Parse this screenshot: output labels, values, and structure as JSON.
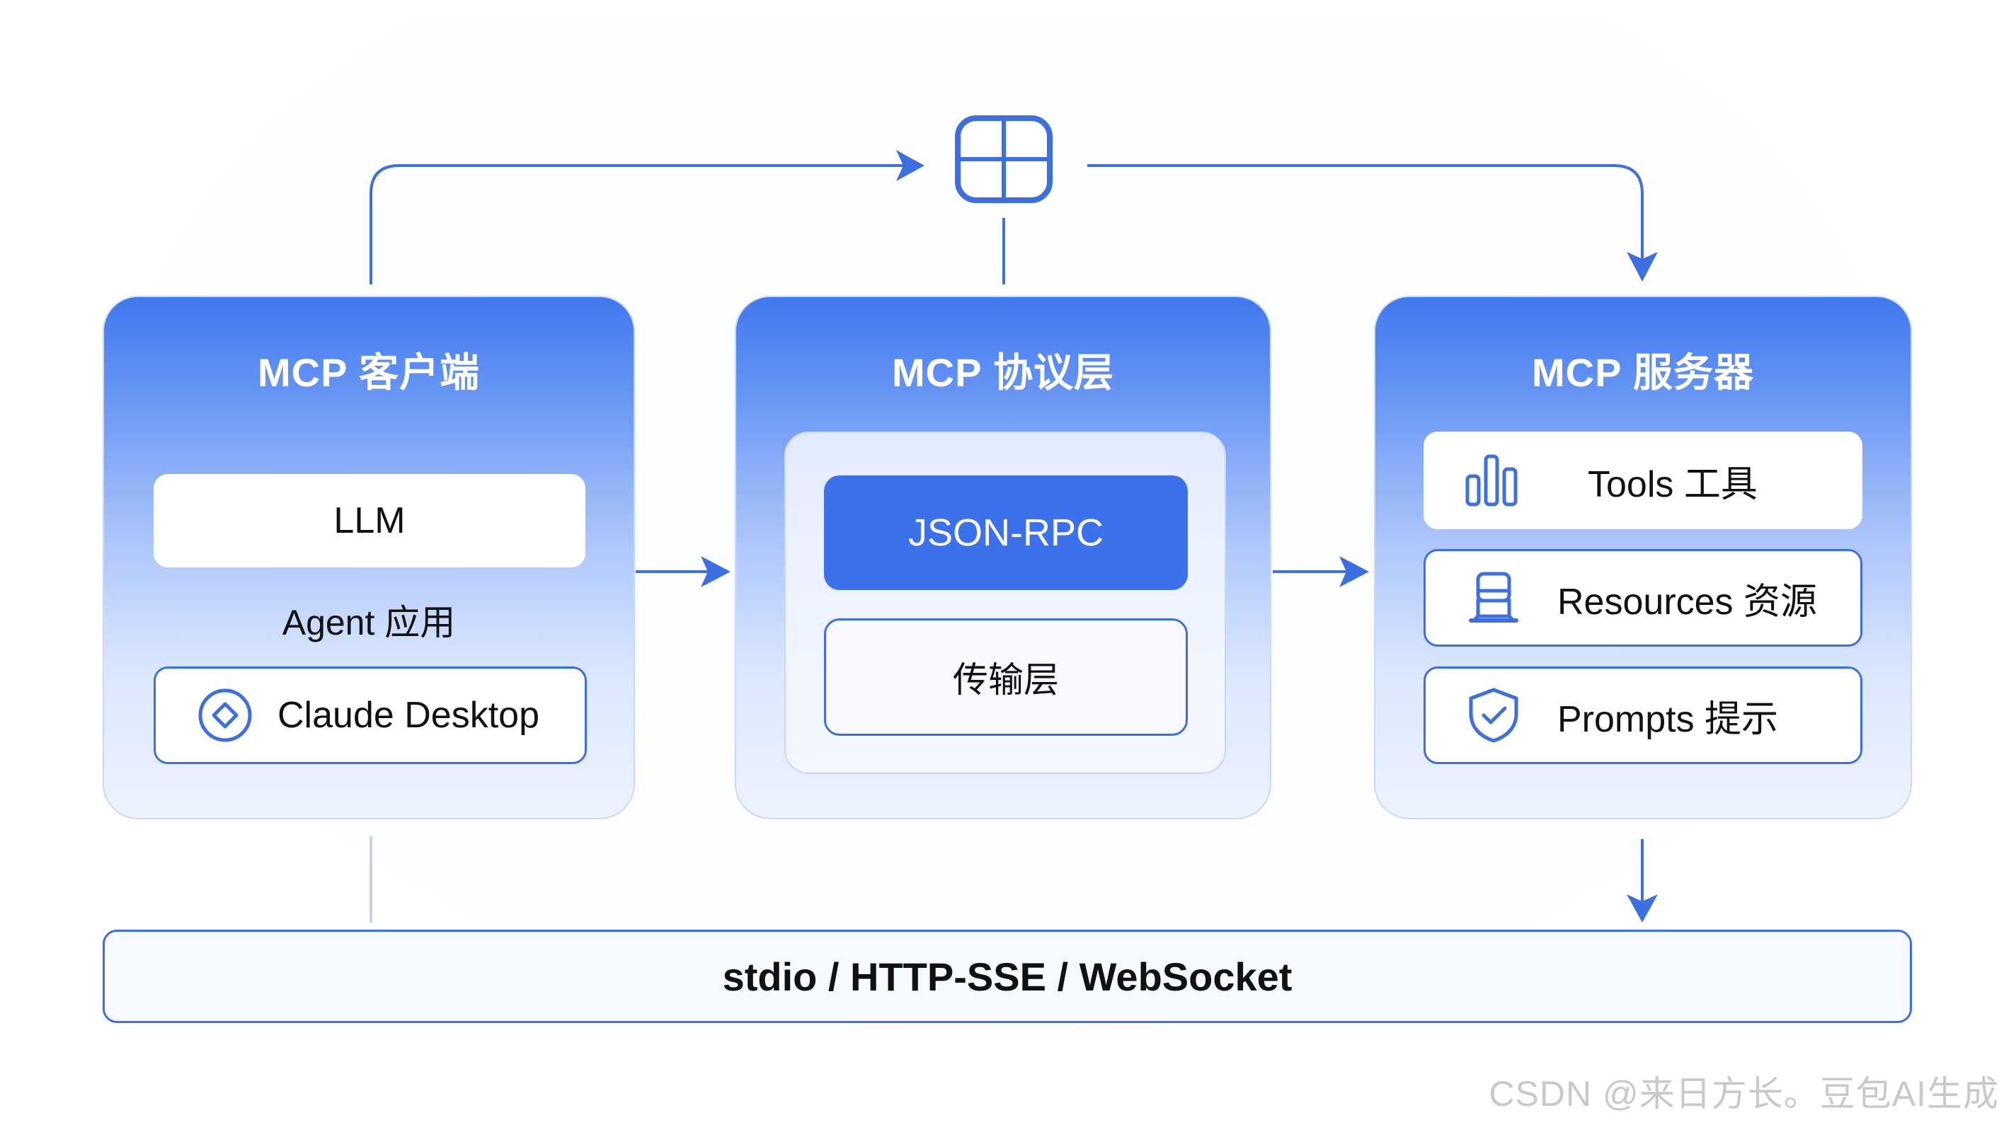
{
  "client": {
    "title": "MCP 客户端",
    "llm": "LLM",
    "agent": "Agent 应用",
    "app": "Claude Desktop",
    "app_icon": "diamond-circle-icon"
  },
  "protocol": {
    "title": "MCP 协议层",
    "rpc": "JSON-RPC",
    "transport": "传输层"
  },
  "server": {
    "title": "MCP 服务器",
    "items": [
      {
        "label": "Tools 工具",
        "icon": "bar-chart-icon"
      },
      {
        "label": "Resources 资源",
        "icon": "server-icon"
      },
      {
        "label": "Prompts 提示",
        "icon": "shield-check-icon"
      }
    ]
  },
  "transport_bar": "stdio / HTTP-SSE / WebSocket",
  "hub_icon": "grid-window-icon",
  "watermark": "CSDN @来日方长。豆包AI生成",
  "colors": {
    "accent": "#3b72ec",
    "line": "#3e6fe0",
    "panel_top": "#3f78ee"
  }
}
